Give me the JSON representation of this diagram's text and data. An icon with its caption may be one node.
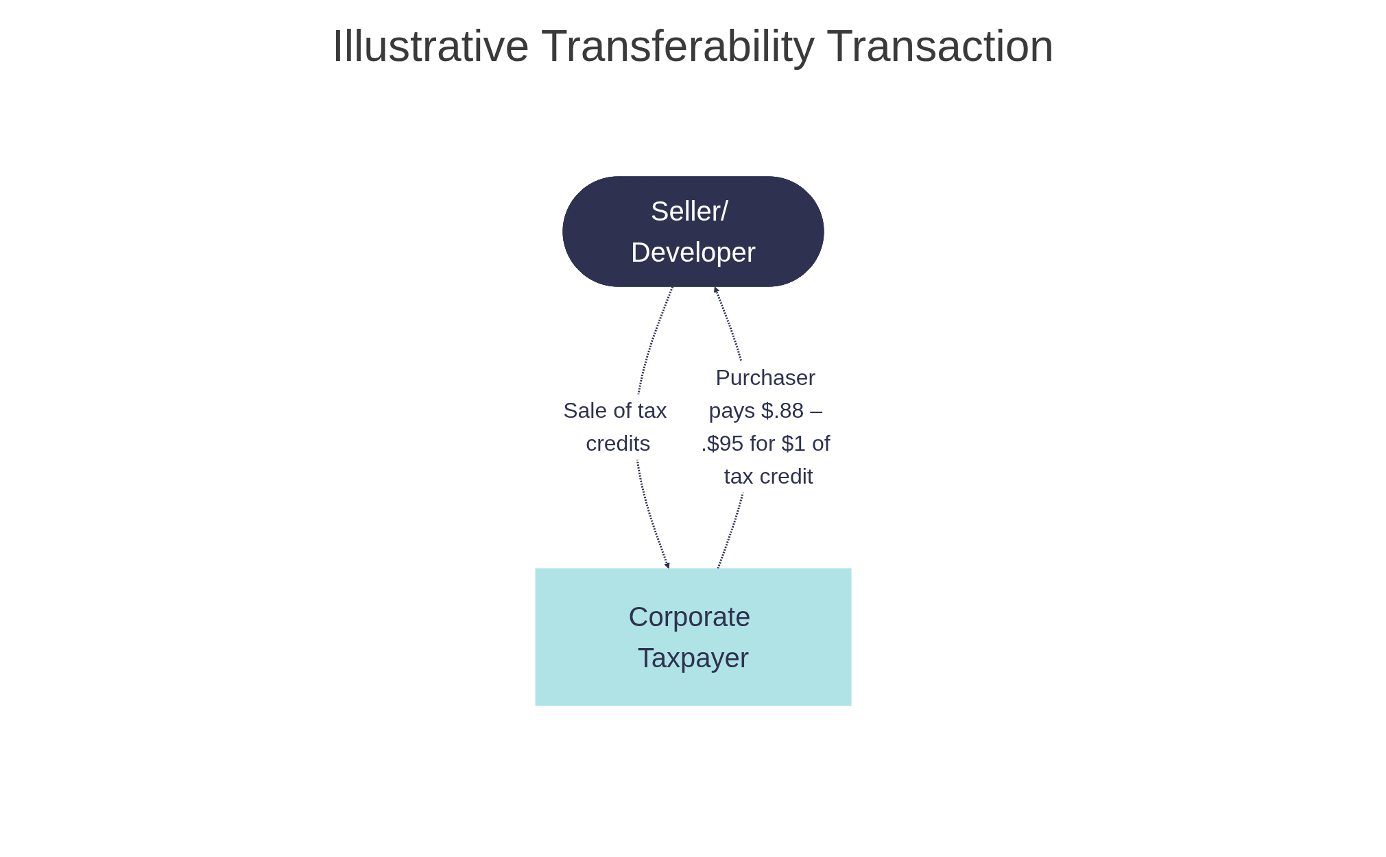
{
  "diagram": {
    "title": "Illustrative Transferability Transaction",
    "nodes": [
      {
        "text": [
          "Seller/ Developer"
        ]
      },
      {
        "text": [
          "Corporate Taxpayer"
        ]
      }
    ],
    "edges": [
      {
        "from": 0,
        "to": 1,
        "arrow": "to",
        "style": "dashed",
        "label": "Sale of tax credits"
      },
      {
        "from": 1,
        "to": 0,
        "arrow": "to",
        "style": "dashed",
        "label": "Purchaser pays $.88 – .$95 for $1 of tax credit"
      }
    ]
  }
}
